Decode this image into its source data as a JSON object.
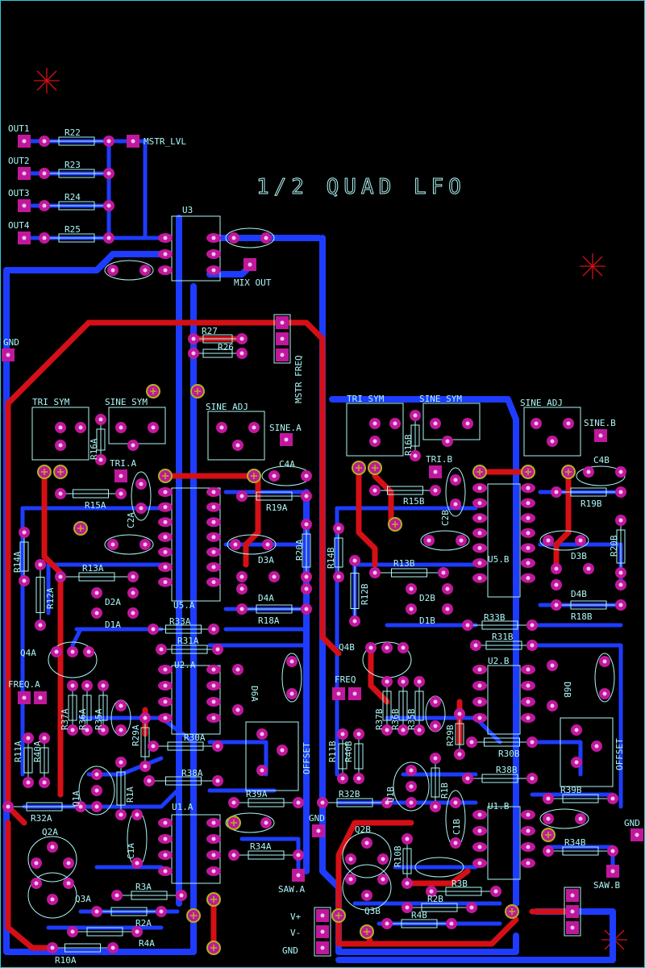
{
  "title": "1/2 QUAD LFO",
  "colors": {
    "background": "#000000",
    "bottom_copper": "#1e3cff",
    "top_copper": "#d41016",
    "pads": "#c0189c",
    "silkscreen": "#aef6f6",
    "border": "#30c8d8"
  },
  "labels": {
    "out1": "OUT1",
    "out2": "OUT2",
    "out3": "OUT3",
    "out4": "OUT4",
    "r22": "R22",
    "r23": "R23",
    "r24": "R24",
    "r25": "R25",
    "mstr_lvl": "MSTR_LVL",
    "u3": "U3",
    "mix_out": "MIX OUT",
    "r27": "R27",
    "r26": "R26",
    "mstr_freq": "MSTR FREQ",
    "gnd_top": "GND",
    "tri_sym_a": "TRI SYM",
    "sine_sym_a": "SINE SYM",
    "sine_adj_a": "SINE ADJ",
    "tri_a": "TRI.A",
    "sine_a": "SINE.A",
    "r16a": "R16A",
    "r15a": "R15A",
    "c2a": "C2A",
    "c4a": "C4A",
    "r19a": "R19A",
    "r14a": "R14A",
    "r13a": "R13A",
    "r12a": "R12A",
    "d2a": "D2A",
    "d1a": "D1A",
    "u5a": "U5.A",
    "d3a": "D3A",
    "d4a": "D4A",
    "r20a": "R20A",
    "r18a": "R18A",
    "r33a": "R33A",
    "r31a": "R31A",
    "q4a": "Q4A",
    "u2a": "U2.A",
    "d6a": "D6A",
    "freq_a": "FREQ.A",
    "r37a": "R37A",
    "r36a": "R36A",
    "r35a": "R35A",
    "r29a": "R29A",
    "r30a": "R30A",
    "offset_a": "OFFSET",
    "r11a": "R11A",
    "r40a": "R40A",
    "q1a": "Q1A",
    "r1a": "R1A",
    "r38a": "R38A",
    "r39a": "R39A",
    "r32a": "R32A",
    "u1a": "U1.A",
    "gnd_mid": "GND",
    "c1a": "C1A",
    "r34a": "R34A",
    "q2a": "Q2A",
    "q3a": "Q3A",
    "saw_a": "SAW.A",
    "r3a": "R3A",
    "r2a": "R2A",
    "r4a": "R4A",
    "r10a": "R10A",
    "vplus": "V+",
    "vminus": "V-",
    "gnd_bottom": "GND",
    "tri_sym_b": "TRI SYM",
    "sine_sym_b": "SINE SYM",
    "sine_adj_b": "SINE ADJ",
    "tri_b": "TRI.B",
    "sine_b": "SINE.B",
    "r16b": "R16B",
    "r15b": "R15B",
    "c2b": "C2B",
    "c4b": "C4B",
    "r19b": "R19B",
    "r14b": "R14B",
    "r13b": "R13B",
    "r12b": "R12B",
    "d2b": "D2B",
    "d1b": "D1B",
    "u5b": "U5.B",
    "d3b": "D3B",
    "d4b": "D4B",
    "r20b": "R20B",
    "r18b": "R18B",
    "r33b": "R33B",
    "r31b": "R31B",
    "q4b": "Q4B",
    "u2b": "U2.B",
    "d6b": "D6B",
    "freq_b": "FREQ",
    "r37b": "R37B",
    "r36b": "R36B",
    "r35b": "R35B",
    "r29b": "R29B",
    "r30b": "R30B",
    "offset_b": "OFFSET",
    "r11b": "R11B",
    "r40b": "R40B",
    "q1b": "Q1B",
    "r1b": "R1B",
    "r38b": "R38B",
    "r39b": "R39B",
    "r32b": "R32B",
    "u1b": "U1.B",
    "gnd_right": "GND",
    "c1b": "C1B",
    "r34b": "R34B",
    "q2b": "Q2B",
    "q3b": "Q3B",
    "saw_b": "SAW.B",
    "r3b": "R3B",
    "r2b": "R2B",
    "r4b": "R4B",
    "r10b": "R10B"
  }
}
